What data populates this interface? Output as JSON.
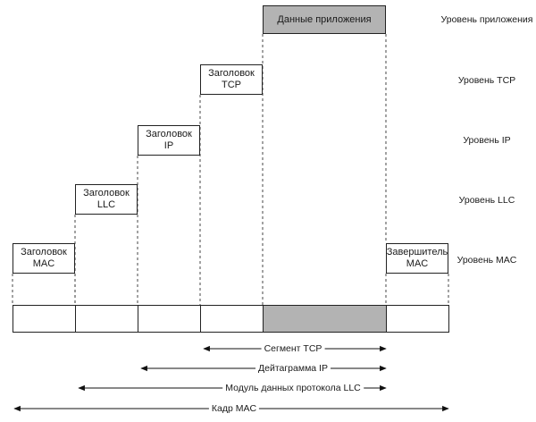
{
  "boxes": [
    {
      "id": "app-data",
      "text": "Данные приложения",
      "shaded": true
    },
    {
      "id": "tcp-header",
      "text": "Заголовок\nTCP",
      "shaded": false
    },
    {
      "id": "ip-header",
      "text": "Заголовок\nIP",
      "shaded": false
    },
    {
      "id": "llc-header",
      "text": "Заголовок\nLLC",
      "shaded": false
    },
    {
      "id": "mac-header",
      "text": "Заголовок\nMAC",
      "shaded": false
    },
    {
      "id": "mac-trailer",
      "text": "Завершитель\nMAC",
      "shaded": false
    }
  ],
  "levels": [
    {
      "id": "application",
      "text": "Уровень приложения"
    },
    {
      "id": "tcp",
      "text": "Уровень TCP"
    },
    {
      "id": "ip",
      "text": "Уровень IP"
    },
    {
      "id": "llc",
      "text": "Уровень LLC"
    },
    {
      "id": "mac",
      "text": "Уровень MAC"
    }
  ],
  "frame_cells": [
    {
      "shaded": false
    },
    {
      "shaded": false
    },
    {
      "shaded": false
    },
    {
      "shaded": false
    },
    {
      "shaded": true
    },
    {
      "shaded": false
    }
  ],
  "spans": [
    {
      "id": "tcp-segment",
      "text": "Сегмент TCP"
    },
    {
      "id": "ip-datagram",
      "text": "Дейтаграмма IP"
    },
    {
      "id": "llc-pdu",
      "text": "Модуль данных протокола LLC"
    },
    {
      "id": "mac-frame",
      "text": "Кадр MAC"
    }
  ]
}
